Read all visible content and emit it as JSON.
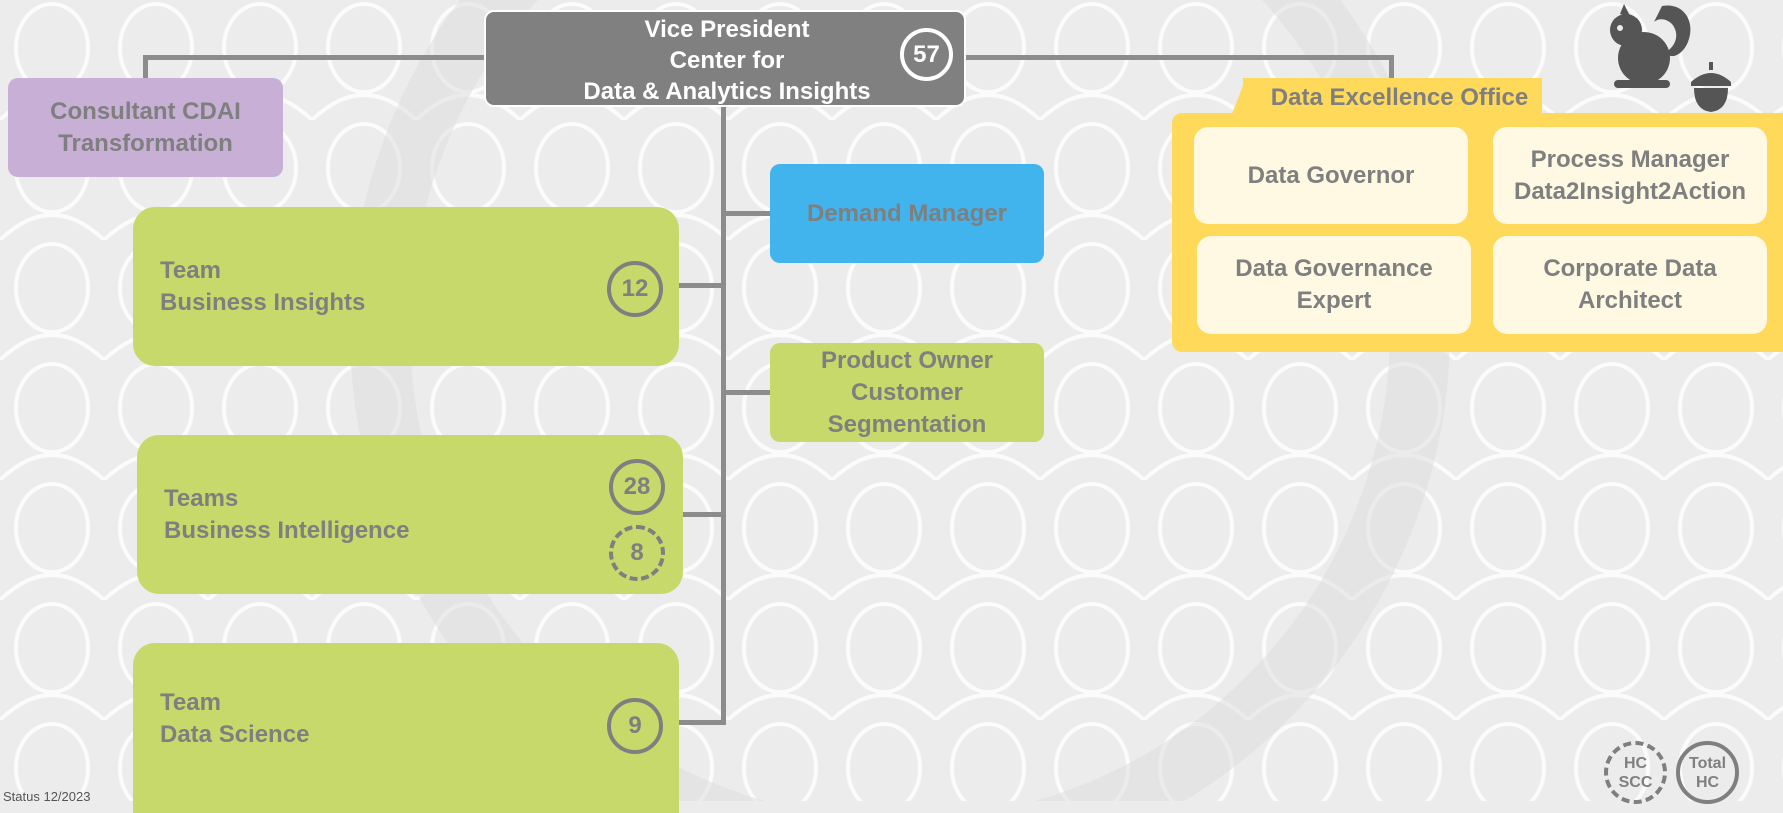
{
  "top": {
    "title_line1": "Vice President",
    "title_line2": "Center for",
    "title_line3": "Data & Analytics Insights",
    "headcount": "57"
  },
  "consultant": {
    "line1": "Consultant CDAI",
    "line2": "Transformation"
  },
  "teams": [
    {
      "line1": "Team",
      "line2": "Business Insights",
      "headcount": "12"
    },
    {
      "line1": "Teams",
      "line2": "Business Intelligence",
      "headcount": "28",
      "hc_scc": "8"
    },
    {
      "line1": "Team",
      "line2": "Data Science",
      "headcount": "9"
    }
  ],
  "demand_manager": {
    "label": "Demand Manager"
  },
  "product_owner": {
    "line1": "Product Owner",
    "line2": "Customer",
    "line3": "Segmentation"
  },
  "data_excellence_office": {
    "title": "Data Excellence Office",
    "roles": [
      {
        "line1": "Data Governor",
        "line2": ""
      },
      {
        "line1": "Process Manager",
        "line2": "Data2Insight2Action"
      },
      {
        "line1": "Data Governance",
        "line2": "Expert"
      },
      {
        "line1": "Corporate Data",
        "line2": "Architect"
      }
    ]
  },
  "legend": {
    "hc_scc_line1": "HC",
    "hc_scc_line2": "SCC",
    "total_line1": "Total",
    "total_line2": "HC"
  },
  "status": "Status 12/2023",
  "icons": {
    "mascot": "squirrel-icon",
    "acorn": "acorn-icon"
  },
  "colors": {
    "vp_box": "#808080",
    "consultant": "#c8afd6",
    "team": "#c8d96b",
    "demand_manager": "#41b4ed",
    "data_excellence": "#ffd95a",
    "role_cell": "#fff8e2"
  }
}
